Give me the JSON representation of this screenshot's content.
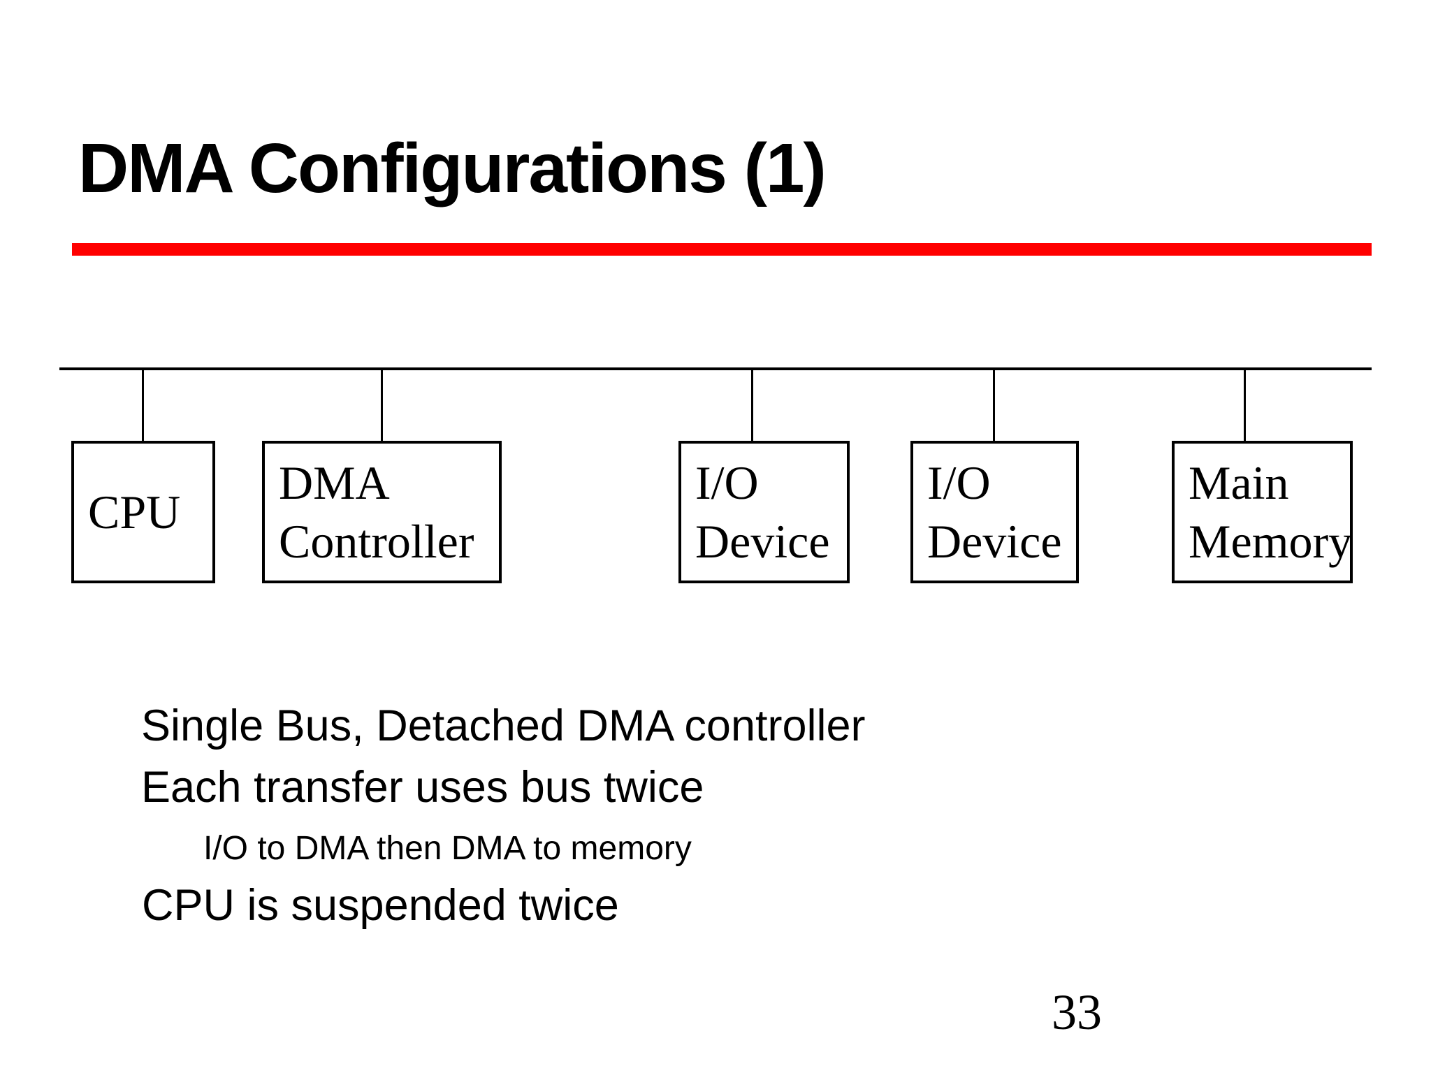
{
  "slide": {
    "title": "DMA Configurations (1)",
    "page_number": "33",
    "accent_color": "#FF0000",
    "line_color": "#000000",
    "background_color": "#FFFFFF"
  },
  "diagram": {
    "bus": {
      "description": "single horizontal system bus with drop connectors to each box"
    },
    "boxes": [
      {
        "id": "cpu",
        "label": "CPU",
        "lines": [
          "CPU"
        ]
      },
      {
        "id": "dma-controller",
        "label": "DMA Controller",
        "lines": [
          "DMA",
          "Controller"
        ]
      },
      {
        "id": "io-device-1",
        "label": "I/O Device",
        "lines": [
          "I/O",
          "Device"
        ]
      },
      {
        "id": "io-device-2",
        "label": "I/O Device",
        "lines": [
          "I/O",
          "Device"
        ]
      },
      {
        "id": "main-memory",
        "label": "Main Memory",
        "lines": [
          "Main",
          "Memory"
        ]
      }
    ]
  },
  "notes": [
    {
      "level": 1,
      "text": "Single Bus, Detached DMA controller"
    },
    {
      "level": 1,
      "text": "Each transfer uses bus twice"
    },
    {
      "level": 2,
      "text": "I/O to DMA then DMA to memory"
    },
    {
      "level": 1,
      "text": "CPU is suspended twice"
    }
  ]
}
